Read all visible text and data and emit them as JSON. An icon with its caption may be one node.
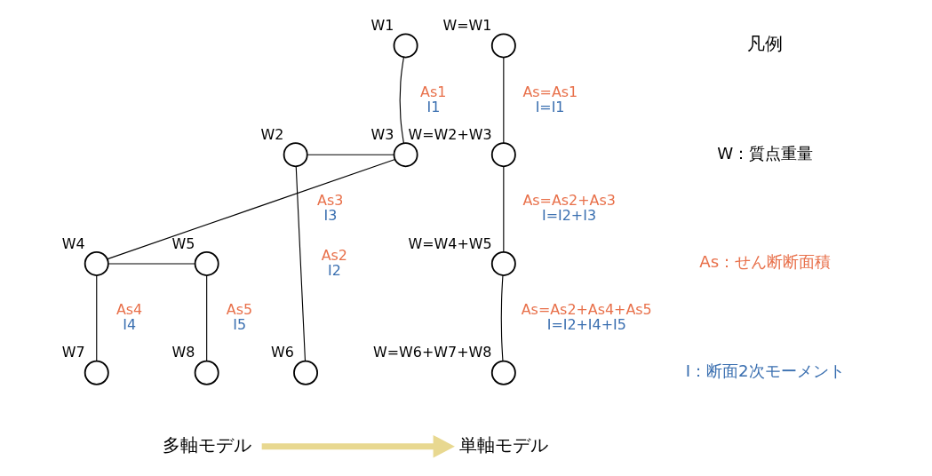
{
  "diagram": {
    "nodes": [
      {
        "text": [
          "多軸モデル"
        ]
      },
      {
        "text": [],
        "shape": "circle",
        "beside": [
          "W1"
        ]
      },
      {
        "text": [],
        "shape": "circle",
        "beside": [
          "W2"
        ]
      },
      {
        "text": [],
        "shape": "circle",
        "beside": [
          "W3"
        ]
      },
      {
        "text": [],
        "shape": "circle",
        "beside": [
          "W4"
        ]
      },
      {
        "text": [],
        "shape": "circle",
        "beside": [
          "W5"
        ]
      },
      {
        "text": [],
        "shape": "circle",
        "beside": [
          "W6"
        ]
      },
      {
        "text": [],
        "shape": "circle",
        "beside": [
          "W7"
        ]
      },
      {
        "text": [],
        "shape": "circle",
        "beside": [
          "W8"
        ]
      },
      {
        "text": [
          "単軸モデル"
        ]
      },
      {
        "text": [],
        "shape": "circle",
        "beside": [
          "W=W1"
        ]
      },
      {
        "text": [],
        "shape": "circle",
        "beside": [
          "W=W2+W3"
        ]
      },
      {
        "text": [],
        "shape": "circle",
        "beside": [
          "W=W4+W5"
        ]
      },
      {
        "text": [],
        "shape": "circle",
        "beside": [
          "W=W6+W7+W8"
        ]
      }
    ],
    "edges": [
      {
        "from": 1,
        "to": 3,
        "arrow": "none",
        "label": "As1 I1"
      },
      {
        "from": 2,
        "to": 3,
        "arrow": "none"
      },
      {
        "from": 2,
        "to": 6,
        "arrow": "none",
        "label": "As2 I2"
      },
      {
        "from": 3,
        "to": 4,
        "arrow": "none",
        "label": "As3 I3"
      },
      {
        "from": 4,
        "to": 5,
        "arrow": "none"
      },
      {
        "from": 4,
        "to": 7,
        "arrow": "none",
        "label": "As4 I4"
      },
      {
        "from": 5,
        "to": 8,
        "arrow": "none",
        "label": "As5 I5"
      },
      {
        "from": 0,
        "to": 9,
        "arrow": "to",
        "style": "thick",
        "color": "#e8d890"
      },
      {
        "from": 10,
        "to": 11,
        "arrow": "none",
        "label": "As=As1 I=I1"
      },
      {
        "from": 11,
        "to": 12,
        "arrow": "none",
        "label": "As=As2+As3 I=I2+I3"
      },
      {
        "from": 12,
        "to": 13,
        "arrow": "none",
        "label": "As=As2+As4+As5 I=I2+I4+I5"
      }
    ],
    "labels": [
      "凡例",
      "W：質点重量",
      "As：せん断断面積",
      "I：断面2次モーメント"
    ]
  }
}
